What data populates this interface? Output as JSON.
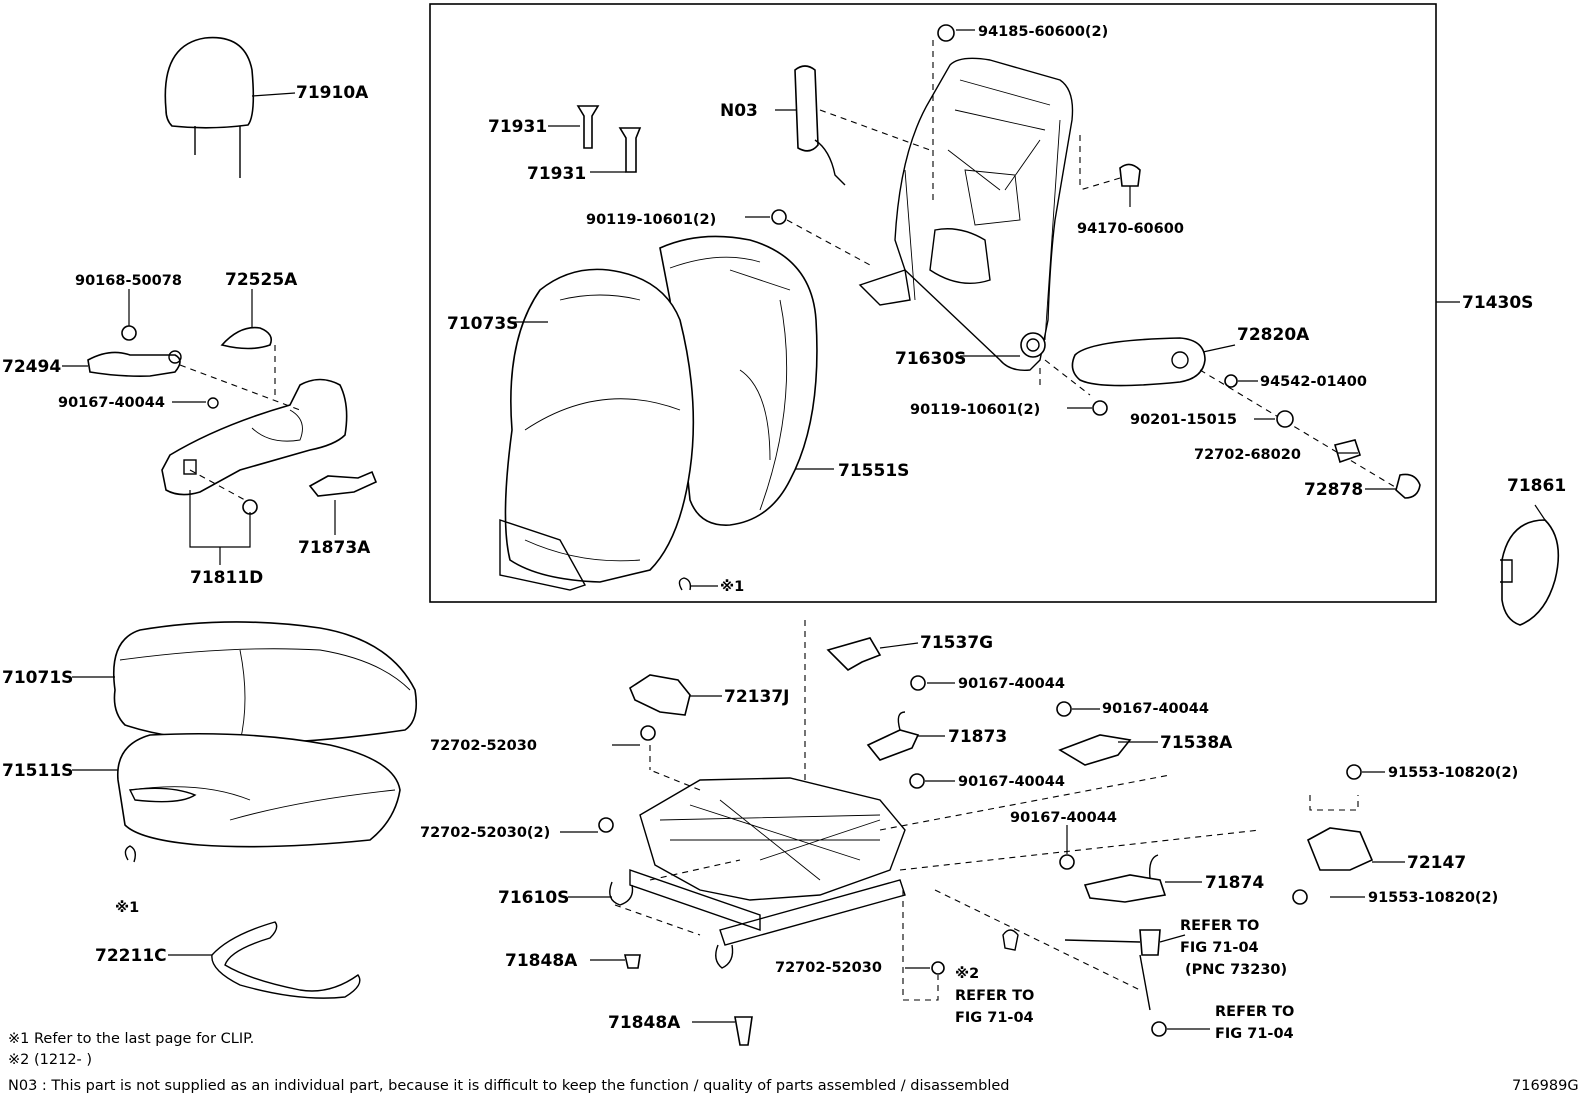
{
  "diagram": {
    "figure_code": "716989G",
    "notes": {
      "note1": "※1 Refer to the last page for CLIP.",
      "note2": "※2 (1212-        )",
      "note3": "N03 : This part is not supplied as an individual part, because it is difficult to keep the function / quality of parts assembled / disassembled"
    },
    "labels": {
      "p71910A": "71910A",
      "p90168": "90168-50078",
      "p72525A": "72525A",
      "p72494": "72494",
      "p90167_a": "90167-40044",
      "p71873A": "71873A",
      "p71811D": "71811D",
      "p71931_a": "71931",
      "p71931_b": "71931",
      "pN03": "N03",
      "p94185": "94185-60600(2)",
      "p94170": "94170-60600",
      "p90119_a": "90119-10601(2)",
      "p71073S": "71073S",
      "p71630S": "71630S",
      "p72820A": "72820A",
      "p71430S": "71430S",
      "p94542": "94542-01400",
      "p90119_b": "90119-10601(2)",
      "p90201": "90201-15015",
      "p72702_68020": "72702-68020",
      "p72878": "72878",
      "p71551S": "71551S",
      "clip1_top": "※1",
      "p71861": "71861",
      "p71071S": "71071S",
      "p71511S": "71511S",
      "clip1_bottom": "※1",
      "p72211C": "72211C",
      "p71537G": "71537G",
      "p90167_b": "90167-40044",
      "p72137J": "72137J",
      "p90167_c": "90167-40044",
      "p72702_52030_a": "72702-52030",
      "p71873": "71873",
      "p71538A": "71538A",
      "p90167_d": "90167-40044",
      "p91553_a": "91553-10820(2)",
      "p72702_52030_b": "72702-52030(2)",
      "p90167_e": "90167-40044",
      "p72147": "72147",
      "p71610S": "71610S",
      "p71874": "71874",
      "p91553_b": "91553-10820(2)",
      "ref1_a": "REFER TO",
      "ref1_b": "FIG 71-04",
      "ref1_c": "(PNC 73230)",
      "p71848A_a": "71848A",
      "p72702_52030_c": "72702-52030",
      "ref2_mark": "※2",
      "ref2_a": "REFER TO",
      "ref2_b": "FIG 71-04",
      "p71848A_b": "71848A",
      "ref3_a": "REFER TO",
      "ref3_b": "FIG 71-04"
    }
  }
}
